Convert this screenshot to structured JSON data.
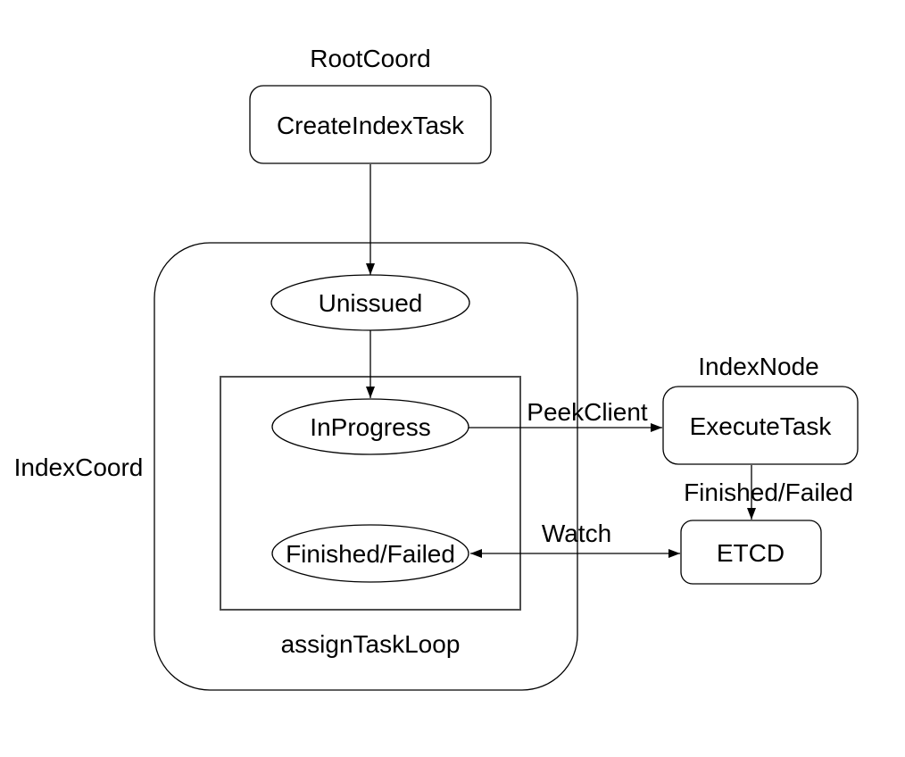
{
  "diagram": {
    "group_labels": {
      "root_coord": "RootCoord",
      "index_coord": "IndexCoord",
      "index_node": "IndexNode",
      "assign_task_loop": "assignTaskLoop"
    },
    "nodes": {
      "create_index_task": {
        "label": "CreateIndexTask",
        "shape": "rounded-rect"
      },
      "unissued": {
        "label": "Unissued",
        "shape": "ellipse"
      },
      "in_progress": {
        "label": "InProgress",
        "shape": "ellipse"
      },
      "finished_failed": {
        "label": "Finished/Failed",
        "shape": "ellipse"
      },
      "execute_task": {
        "label": "ExecuteTask",
        "shape": "rounded-rect"
      },
      "etcd": {
        "label": "ETCD",
        "shape": "rounded-rect"
      }
    },
    "edges": {
      "create_to_unissued": {
        "from": "create_index_task",
        "to": "unissued",
        "label": ""
      },
      "unissued_to_inprogress": {
        "from": "unissued",
        "to": "in_progress",
        "label": ""
      },
      "peek_client": {
        "from": "in_progress",
        "to": "execute_task",
        "label": "PeekClient"
      },
      "execute_to_etcd": {
        "from": "execute_task",
        "to": "etcd",
        "label": "Finished/Failed"
      },
      "watch": {
        "from": "finished_failed",
        "to": "etcd",
        "label": "Watch",
        "bidirectional": true
      }
    },
    "colors": {
      "background": "#ffffff",
      "stroke": "#000000",
      "loop_box_stroke": "#4d4d4d",
      "text": "#000000"
    }
  }
}
